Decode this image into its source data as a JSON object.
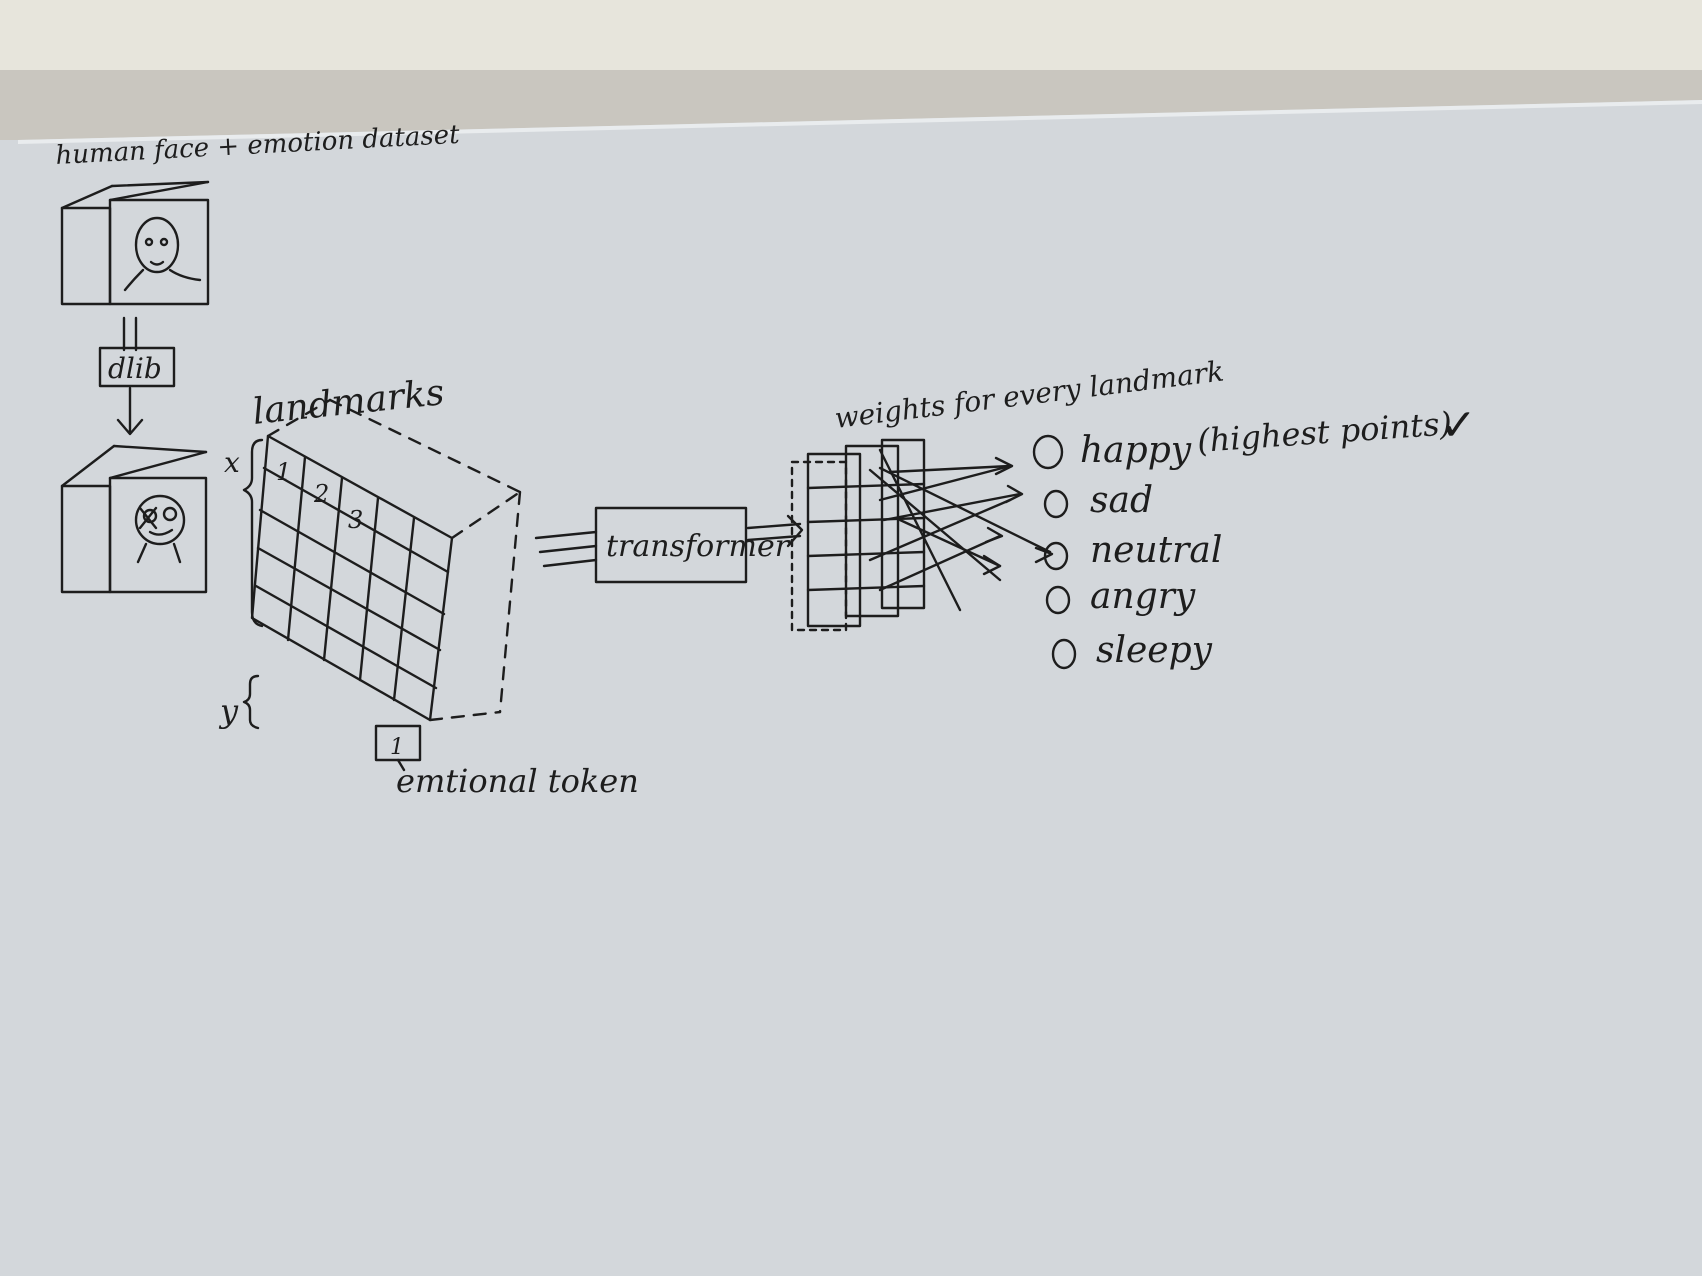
{
  "dataset_label": "human face + emotion dataset",
  "dlib_label": "dlib",
  "landmarks_label": "landmarks",
  "axis_x": "x",
  "axis_y": "y",
  "grid_numbers": [
    "1",
    "2",
    "3"
  ],
  "token_value": "1",
  "token_label": "emtional token",
  "transformer_label": "transformer",
  "weights_label": "weights for every landmark",
  "emotions": [
    "happy",
    "sad",
    "neutral",
    "angry",
    "sleepy"
  ],
  "happy_note": "(highest points)",
  "check_mark": "✓",
  "colors": {
    "background": "#c9c6bf",
    "paper": "#d3d7db",
    "ink": "#1d1d1d"
  }
}
